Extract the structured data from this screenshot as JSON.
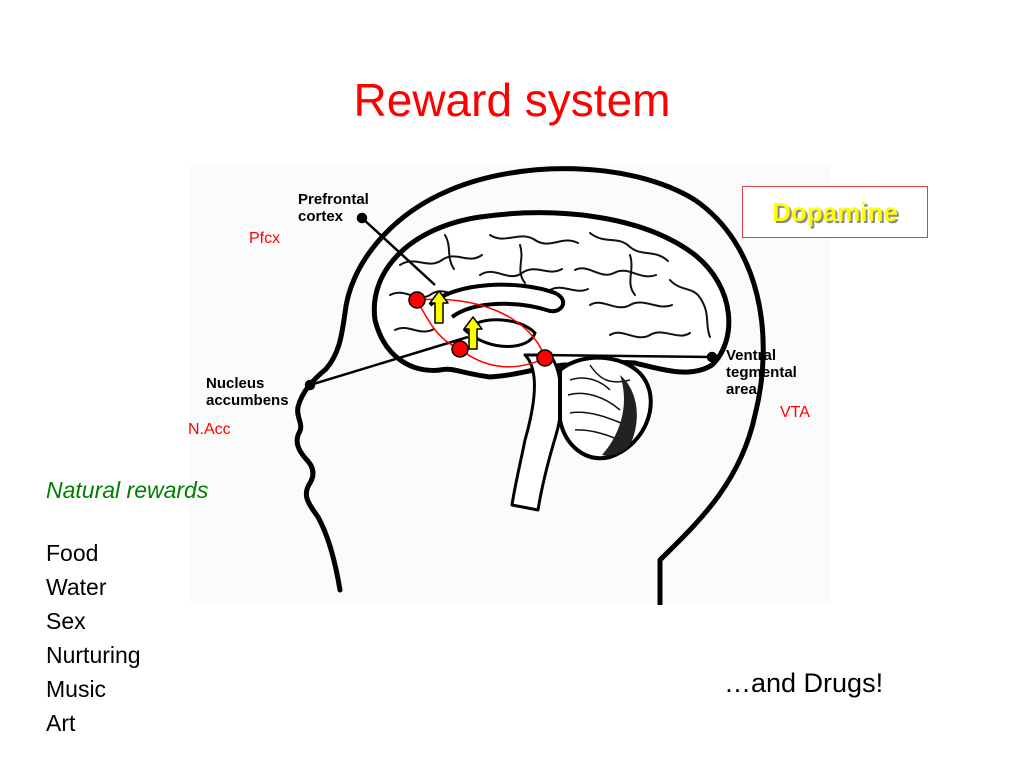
{
  "title": "Reward system",
  "colors": {
    "title": "#ff0000",
    "red_label": "#ff0000",
    "natural_rewards": "#008000",
    "dopamine_text": "#ffff00",
    "pathway_dot": "#ff0000",
    "arrow_fill": "#ffff00"
  },
  "figure_labels": {
    "prefrontal": [
      "Prefrontal",
      "cortex"
    ],
    "nucleus": [
      "Nucleus",
      "accumbens"
    ],
    "ventral": [
      "Ventral",
      "tegmental",
      "area"
    ]
  },
  "region_labels": {
    "pfcx": "Pfcx",
    "nacc": "N.Acc",
    "vta": "VTA"
  },
  "dopamine": "Dopamine",
  "natural_rewards": {
    "heading": "Natural rewards",
    "items": [
      "Food",
      "Water",
      "Sex",
      "Nurturing",
      "Music",
      "Art"
    ]
  },
  "drugs": "…and Drugs!"
}
